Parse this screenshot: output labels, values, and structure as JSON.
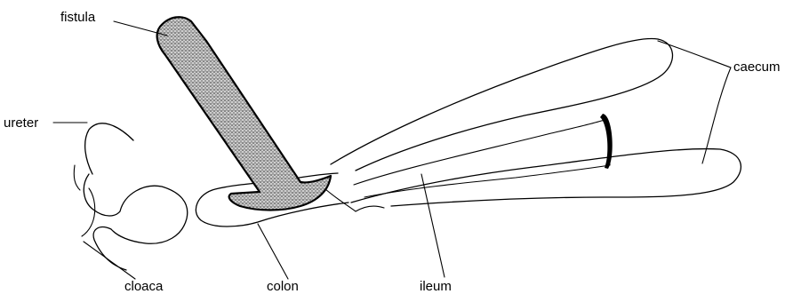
{
  "labels": {
    "fistula": "fistula",
    "caecum": "caecum",
    "ureter": "ureter",
    "cloaca": "cloaca",
    "colon": "colon",
    "ileum": "ileum"
  }
}
